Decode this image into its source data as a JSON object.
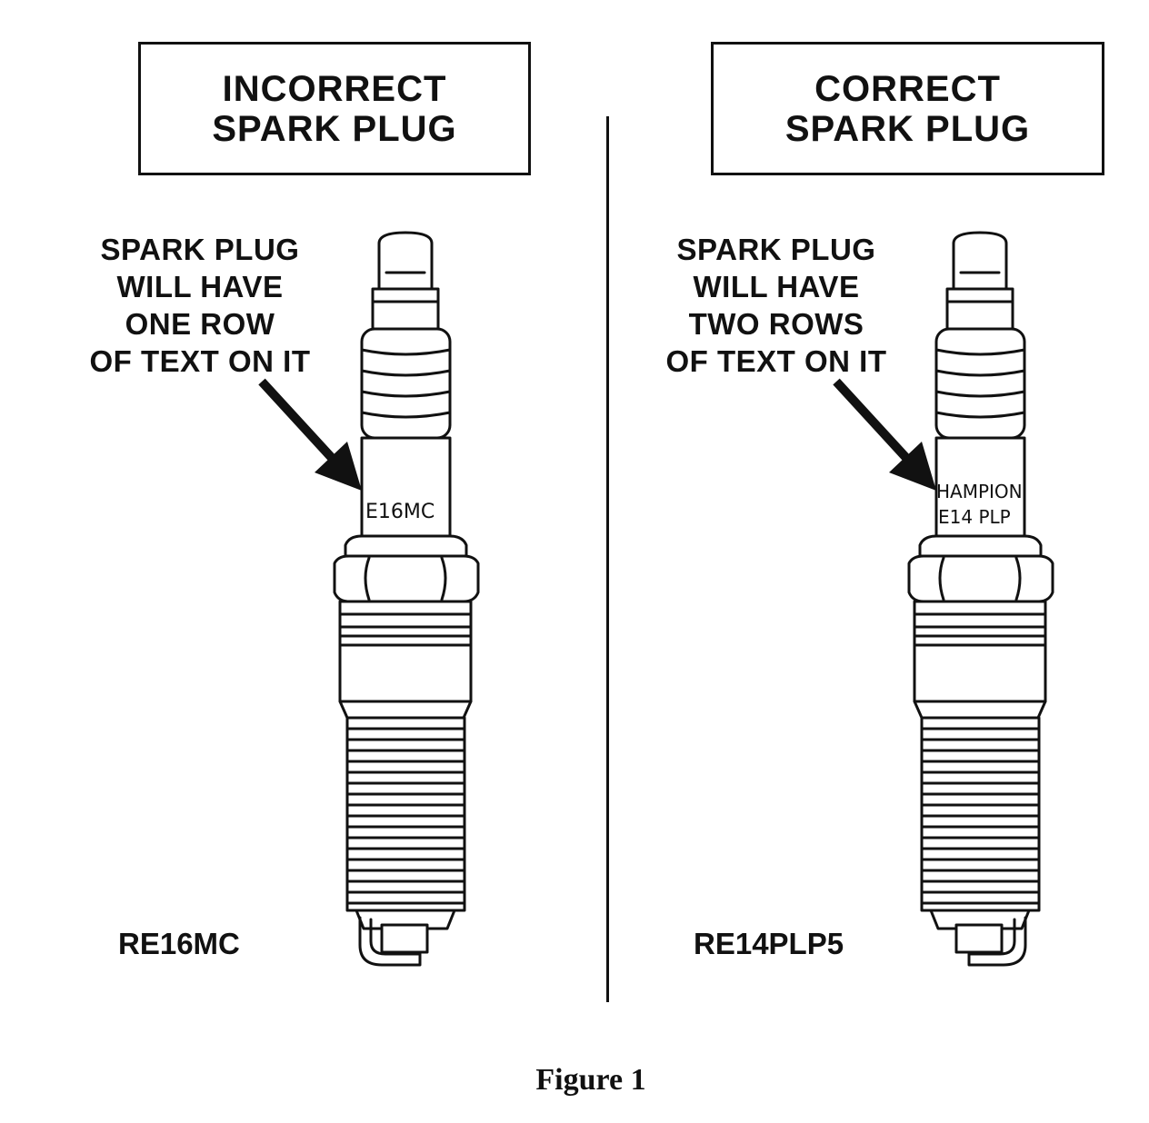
{
  "left_panel": {
    "title_lines": [
      "INCORRECT",
      "SPARK PLUG"
    ],
    "note_lines": [
      "SPARK PLUG",
      "WILL HAVE",
      "ONE ROW",
      "OF TEXT ON IT"
    ],
    "plug_text_lines": [
      "E16MC"
    ],
    "part_number": "RE16MC"
  },
  "right_panel": {
    "title_lines": [
      "CORRECT",
      "SPARK PLUG"
    ],
    "note_lines": [
      "SPARK PLUG",
      "WILL HAVE",
      "TWO ROWS",
      "OF TEXT ON IT"
    ],
    "plug_text_lines": [
      "HAMPION",
      "E14 PLP"
    ],
    "part_number": "RE14PLP5"
  },
  "caption": "Figure 1"
}
